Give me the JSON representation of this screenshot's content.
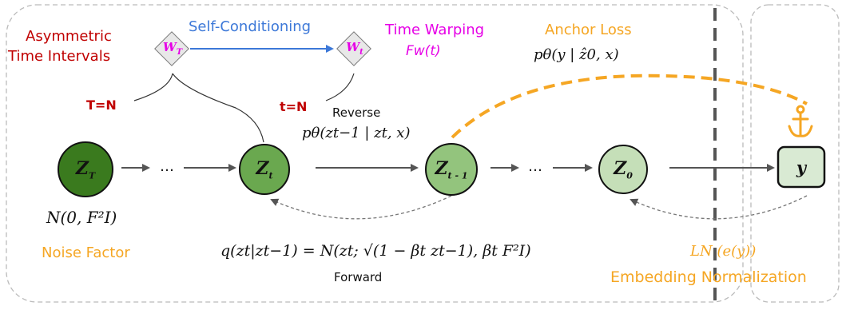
{
  "labels": {
    "asym_line1": "Asymmetric",
    "asym_line2": "Time Intervals",
    "self_cond": "Self-Conditioning",
    "time_warp": "Time Warping",
    "time_warp_fn": "Fw(t)",
    "anchor_loss": "Anchor Loss",
    "anchor_formula": "pθ(y | ẑ0, x)",
    "t_upper": "T=N",
    "t_lower": "t=N",
    "reverse": "Reverse",
    "reverse_formula": "pθ(zt−1 | zt, x)",
    "prior_formula": "N(0, F²I)",
    "noise_factor": "Noise Factor",
    "forward_formula": "q(zt|zt−1) = N(zt; √(1 − βt zt−1), βt F²I)",
    "forward": "Forward",
    "ln_formula": "LN (e(y))",
    "embed_norm": "Embedding Normalization",
    "ellipsis": "…"
  },
  "nodes": {
    "zT": "Z",
    "zT_sub": "T",
    "zt": "Z",
    "zt_sub": "t",
    "zt1": "Z",
    "zt1_sub": "t - 1",
    "z0": "Z",
    "z0_sub": "0",
    "y": "y",
    "wT": "W",
    "wT_sub": "T",
    "wt": "W",
    "wt_sub": "t"
  },
  "colors": {
    "red": "#c00000",
    "blue": "#3c78d8",
    "magenta": "#e600e6",
    "orange": "#f5a623",
    "node_dark": "#3a7a1e",
    "node_mid": "#6aa84f",
    "node_light": "#93c47d",
    "node_lighter": "#b6d7a8",
    "y_fill": "#d9ead3"
  }
}
